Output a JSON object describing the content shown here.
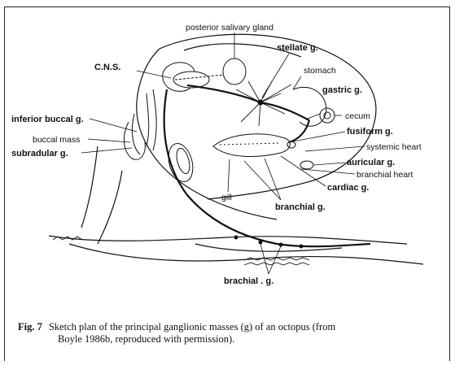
{
  "labels": {
    "posterior_salivary_gland": "posterior salivary gland",
    "stellate": "stellate g.",
    "cns": "C.N.S.",
    "stomach": "stomach",
    "gastric": "gastric g.",
    "cecum": "cecum",
    "inferior_buccal": "inferior buccal g.",
    "buccal_mass": "buccal mass",
    "fusiform": "fusiform g.",
    "systemic_heart": "systemic heart",
    "subradular": "subradular g.",
    "auricular": "auricular g.",
    "branchial_heart": "branchial heart",
    "cardiac": "cardiac g.",
    "gill": "gill",
    "branchial": "branchial g.",
    "brachial": "brachial .  g."
  },
  "caption": {
    "fig_label": "Fig. 7",
    "line1": "Sketch plan of the principal ganglionic masses (g) of an octopus (from",
    "line2": "Boyle 1986b, reproduced with permission)."
  }
}
